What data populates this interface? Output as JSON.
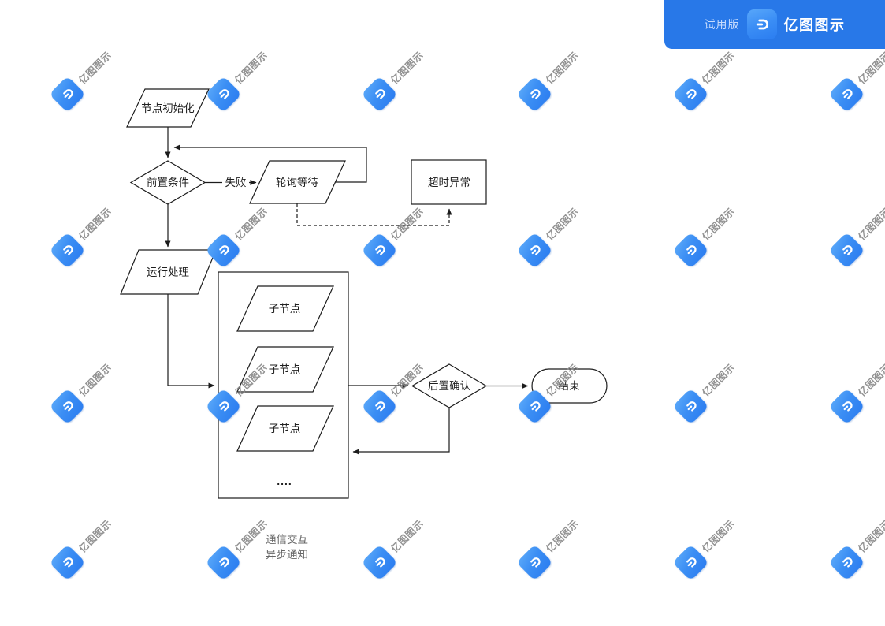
{
  "banner": {
    "trial_badge": "试用版",
    "brand": "亿图图示",
    "bg_color": "#2878e8",
    "icon": "edraw-logo-icon"
  },
  "watermark": {
    "text": "亿图图示",
    "text_color": "#8a8a8a",
    "logo_color_top": "#5aa8f9",
    "logo_color_bottom": "#2c7df0"
  },
  "nodes": {
    "init": "节点初始化",
    "precondition": "前置条件",
    "fail": "失败",
    "poll": "轮询等待",
    "timeout": "超时异常",
    "run": "运行处理",
    "child1": "子节点",
    "child2": "子节点",
    "child3": "子节点",
    "more": "....",
    "confirm": "后置确认",
    "end": "结束"
  },
  "legend": {
    "communication": "通信交互",
    "async": "异步通知"
  },
  "diagram": {
    "stroke_color": "#1c1c1c",
    "fill_color": "#ffffff"
  }
}
